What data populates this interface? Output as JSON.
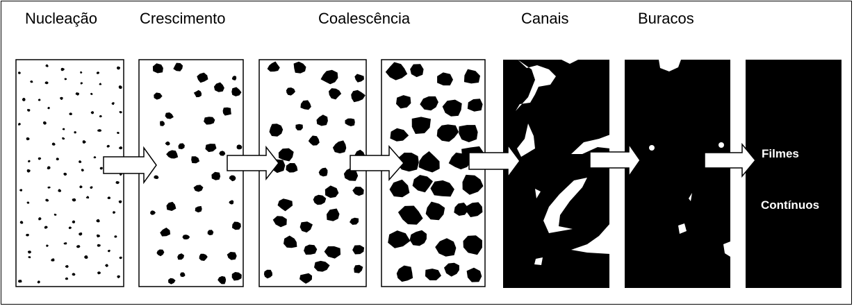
{
  "stages": [
    "Nucleação",
    "Crescimento",
    "Coalescência",
    "Canais",
    "Buracos"
  ],
  "end_stage": {
    "line1": "Filmes",
    "line2": "Contínuos"
  }
}
